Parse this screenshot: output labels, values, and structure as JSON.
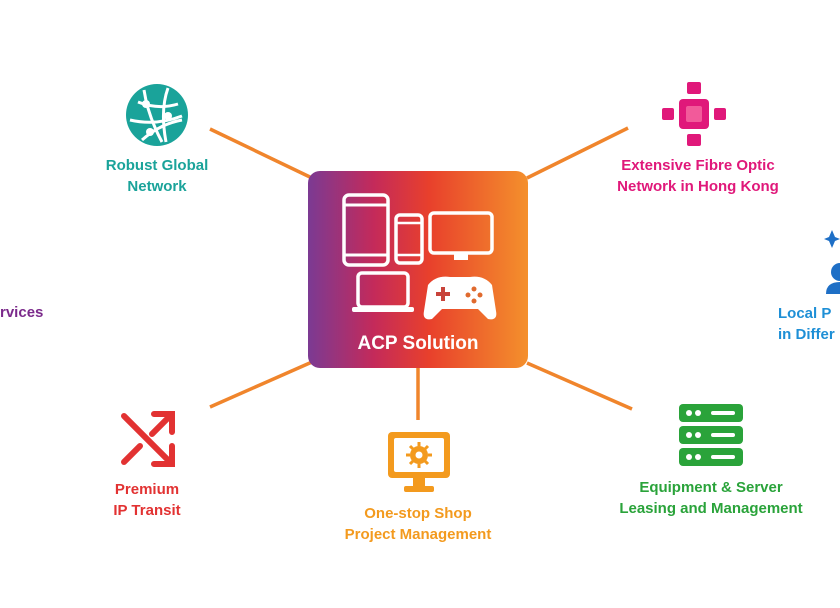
{
  "center": {
    "title": "ACP Solution"
  },
  "nodes": [
    {
      "id": "global-network",
      "lines": [
        "Robust Global",
        "Network"
      ],
      "color": "#1aa39a",
      "icon": "globe-icon"
    },
    {
      "id": "fibre-optic",
      "lines": [
        "Extensive Fibre Optic",
        "Network in Hong Kong"
      ],
      "color": "#e0187a",
      "icon": "fibre-cross-icon"
    },
    {
      "id": "services",
      "lines": [
        "rvices"
      ],
      "color": "#7b2a8b",
      "icon": ""
    },
    {
      "id": "local-presence",
      "lines": [
        "Local P",
        "in Differ"
      ],
      "color": "#1e8fd6",
      "icon": "person-sparkle-icon"
    },
    {
      "id": "ip-transit",
      "lines": [
        "Premium",
        "IP Transit"
      ],
      "color": "#e23232",
      "icon": "shuffle-arrows-icon"
    },
    {
      "id": "project-mgmt",
      "lines": [
        "One-stop Shop",
        "Project Management"
      ],
      "color": "#f39a1e",
      "icon": "monitor-gear-icon"
    },
    {
      "id": "equipment-leasing",
      "lines": [
        "Equipment & Server",
        "Leasing and Management"
      ],
      "color": "#2aa33a",
      "icon": "server-rack-icon"
    }
  ],
  "colors": {
    "connector": "#f0802a",
    "connector_red": "#e84a2a"
  }
}
